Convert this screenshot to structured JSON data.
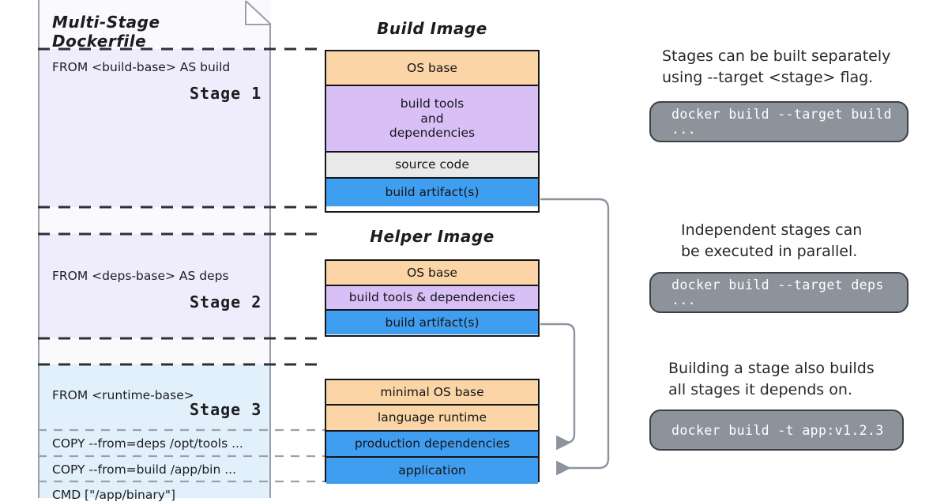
{
  "dockerfile": {
    "title": "Multi-Stage Dockerfile",
    "stages": [
      {
        "line": "FROM <build-base> AS build",
        "tag": "Stage 1"
      },
      {
        "line": "FROM <deps-base> AS deps",
        "tag": "Stage 2"
      },
      {
        "line": "FROM <runtime-base>",
        "tag": "Stage 3"
      }
    ],
    "copy_lines": [
      "COPY  --from=deps /opt/tools ...",
      "COPY  --from=build /app/bin ...",
      "CMD [\"/app/binary\"]"
    ]
  },
  "images": [
    {
      "title": "Build Image",
      "layers": [
        {
          "label": "OS base",
          "color": "#fbd5a5"
        },
        {
          "label": "build tools\nand\ndependencies",
          "color": "#d8c0f7"
        },
        {
          "label": "source code",
          "color": "#e9e9e9"
        },
        {
          "label": "build artifact(s)",
          "color": "#409ef0"
        }
      ]
    },
    {
      "title": "Helper Image",
      "layers": [
        {
          "label": "OS base",
          "color": "#fbd5a5"
        },
        {
          "label": "build tools & dependencies",
          "color": "#d8c0f7"
        },
        {
          "label": "build artifact(s)",
          "color": "#409ef0"
        }
      ]
    },
    {
      "title": "",
      "layers": [
        {
          "label": "minimal OS base",
          "color": "#fbd5a5"
        },
        {
          "label": "language runtime",
          "color": "#fbd5a5"
        },
        {
          "label": "production dependencies",
          "color": "#409ef0"
        },
        {
          "label": "application",
          "color": "#409ef0"
        }
      ]
    }
  ],
  "notes": [
    {
      "text": "Stages can be built separately\nusing --target <stage> flag.",
      "command": "docker build --target build ..."
    },
    {
      "text": "Independent stages can\nbe executed in parallel.",
      "command": "docker build --target deps ..."
    },
    {
      "text": "Building a stage also builds\nall stages it depends on.",
      "command": "docker build -t app:v1.2.3"
    }
  ],
  "colors": {
    "os_base": "#fbd5a5",
    "tools": "#d8c0f7",
    "source": "#e9e9e9",
    "artifact": "#409ef0",
    "pill_fill": "#8d939b",
    "pill_border": "#3d4147",
    "connector": "#8d949e",
    "stage_lavender": "#efecfb",
    "stage_blue": "#e2f0fb"
  }
}
